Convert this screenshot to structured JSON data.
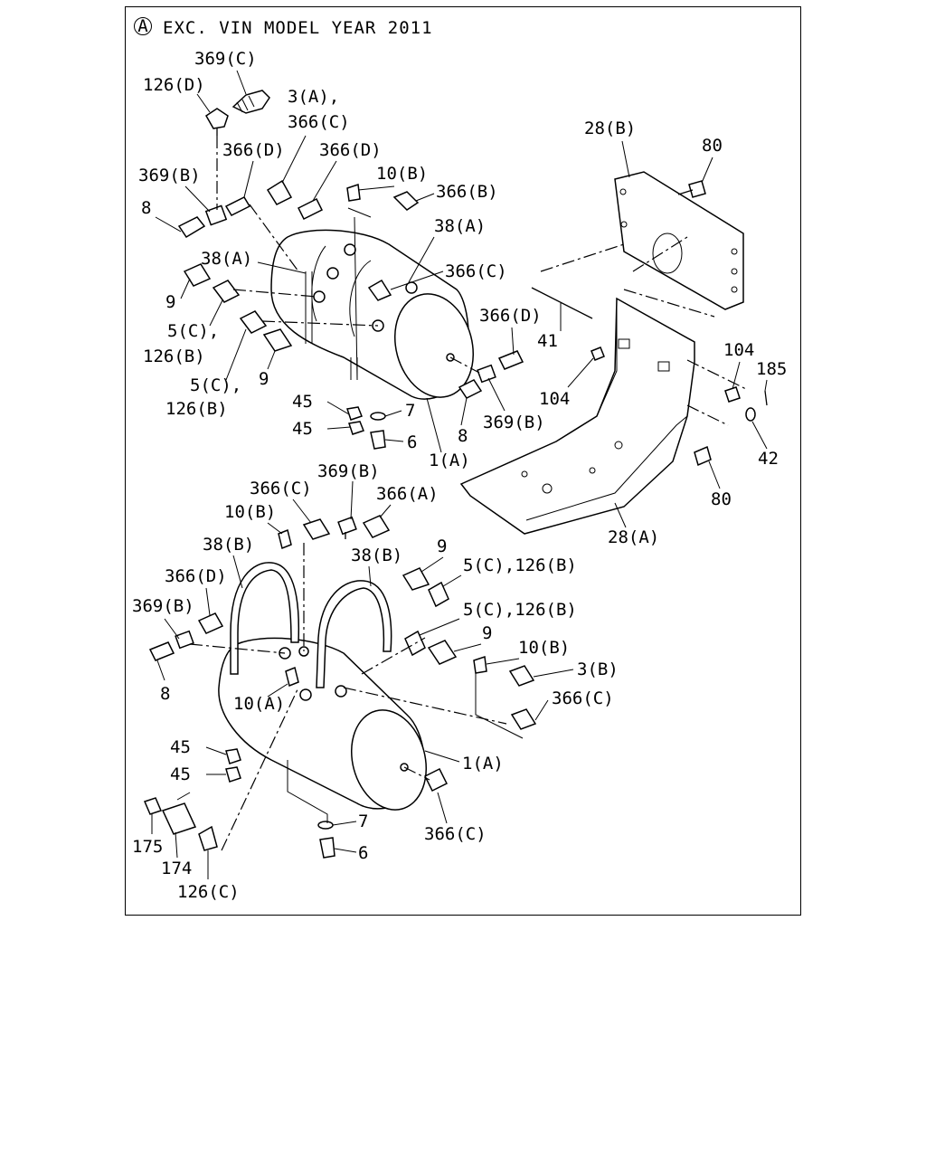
{
  "header": {
    "circle_letter": "A",
    "text": "EXC. VIN MODEL YEAR 2011"
  },
  "callouts": {
    "top": [
      "369(C)",
      "126(D)",
      "3(A),",
      "366(C)",
      "366(D)",
      "366(D)",
      "10(B)",
      "369(B)",
      "366(B)",
      "8",
      "38(A)",
      "38(A)",
      "366(C)",
      "9",
      "366(D)",
      "5(C),",
      "126(B)",
      "5(C),",
      "126(B)",
      "9",
      "45",
      "7",
      "45",
      "6",
      "8",
      "369(B)",
      "1(A)"
    ],
    "bracket": [
      "28(B)",
      "80",
      "41",
      "104",
      "104",
      "185",
      "42",
      "80",
      "28(A)"
    ],
    "bottom": [
      "366(C)",
      "369(B)",
      "366(A)",
      "10(B)",
      "38(B)",
      "38(B)",
      "9",
      "5(C),126(B)",
      "366(D)",
      "5(C),126(B)",
      "369(B)",
      "9",
      "10(B)",
      "3(B)",
      "10(A)",
      "366(C)",
      "8",
      "1(A)",
      "45",
      "45",
      "7",
      "366(C)",
      "6",
      "175",
      "174",
      "126(C)"
    ]
  }
}
